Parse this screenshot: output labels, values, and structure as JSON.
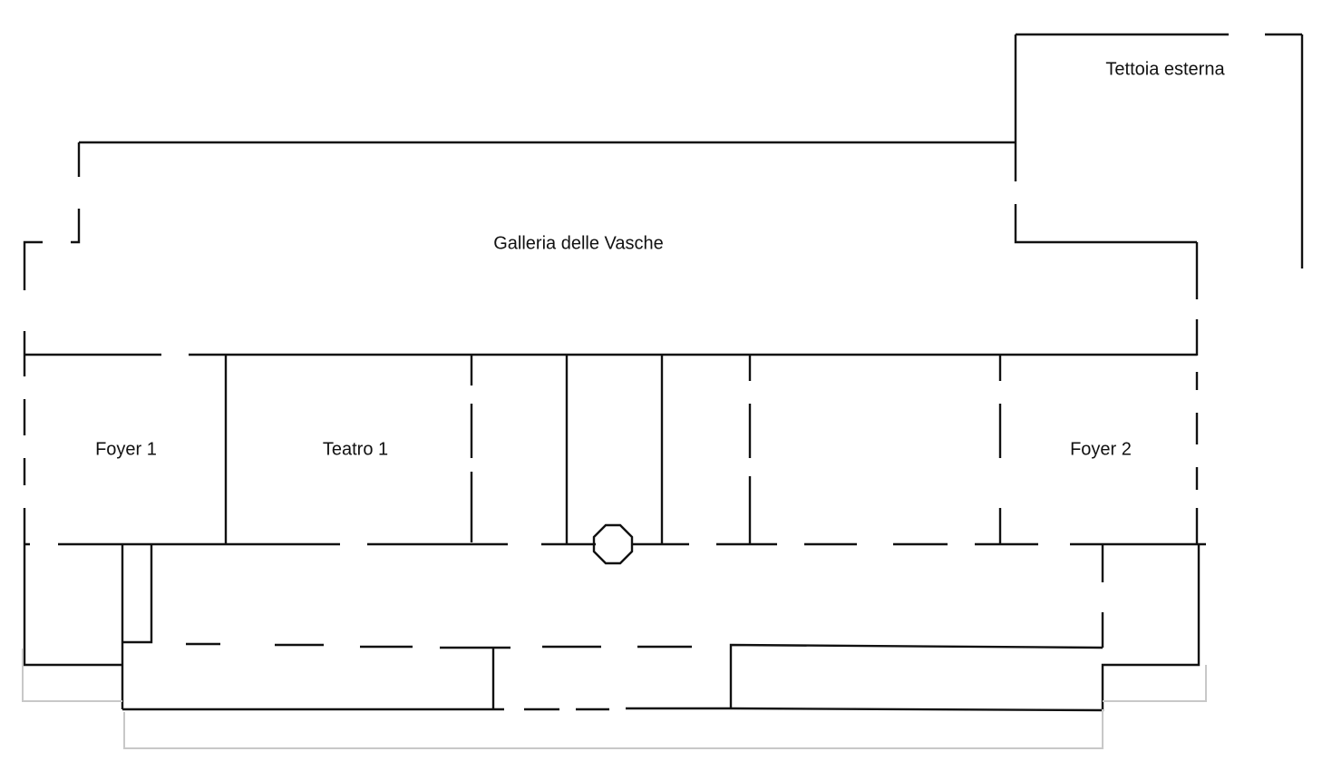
{
  "plan": {
    "rooms": {
      "tettoia": "Tettoia esterna",
      "galleria": "Galleria delle Vasche",
      "foyer1": "Foyer 1",
      "teatro1": "Teatro 1",
      "foyer2": "Foyer 2"
    },
    "colors": {
      "wall": "#111111",
      "outline": "#c8c8c8"
    }
  }
}
